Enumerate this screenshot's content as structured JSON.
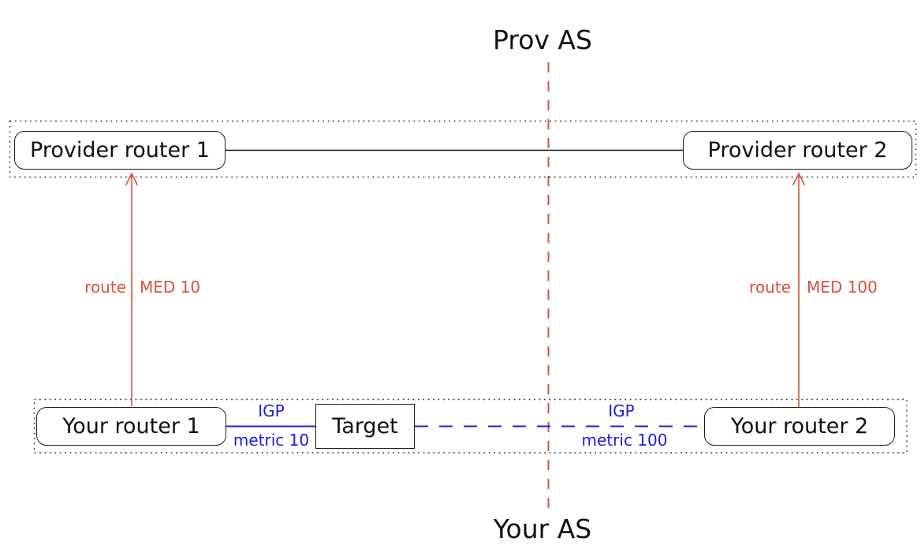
{
  "colors": {
    "accent_red": "#d9503c",
    "accent_blue": "#1d1de0",
    "line_black": "#111111"
  },
  "as_labels": {
    "provider": "Prov AS",
    "yours": "Your AS"
  },
  "provider_routers": [
    {
      "label": "Provider router 1"
    },
    {
      "label": "Provider router 2"
    }
  ],
  "your_routers": [
    {
      "label": "Your router 1"
    },
    {
      "label": "Target"
    },
    {
      "label": "Your router 2"
    }
  ],
  "route_announcements": [
    {
      "label": "route",
      "med": "MED 10"
    },
    {
      "label": "route",
      "med": "MED 100"
    }
  ],
  "igp_links": [
    {
      "label": "IGP",
      "metric": "metric 10",
      "style": "solid"
    },
    {
      "label": "IGP",
      "metric": "metric 100",
      "style": "dashed"
    }
  ]
}
